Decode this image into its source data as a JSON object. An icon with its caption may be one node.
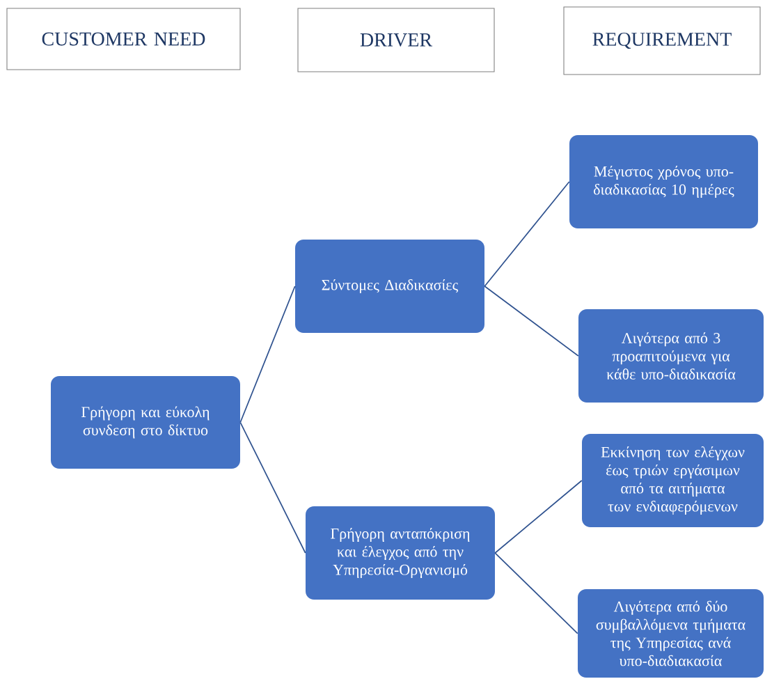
{
  "diagram": {
    "nodes": [
      {
        "text": [
          "CUSTOMER NEED"
        ]
      },
      {
        "text": [
          "DRIVER"
        ]
      },
      {
        "text": [
          "REQUIREMENT"
        ]
      },
      {
        "text": [
          "Γρήγορη και εύκολη συνδεση στο δίκτυο"
        ]
      },
      {
        "text": [
          "Σύντομες Διαδικασίες"
        ]
      },
      {
        "text": [
          "Γρήγορη ανταπόκριση και έλεγχος από την Υπηρεσία-Οργανισμό"
        ]
      },
      {
        "text": [
          "Μέγιστος χρόνος υπο-διαδικασίας 10 ημέρες"
        ]
      },
      {
        "text": [
          "Λιγότερα από 3 προαπιτούμενα για κάθε υπο-διαδικασία"
        ]
      },
      {
        "text": [
          "Εκκίνηση των ελέγχων έως τριών εργάσιμων από τα αιτήματα των ενδιαφερόμενων"
        ]
      },
      {
        "text": [
          "Λιγότερα από δύο συμβαλλόμενα τμήματα της Υπηρεσίας ανά υπο-διαδιακασία"
        ]
      }
    ],
    "edges": [
      {
        "from": 3,
        "to": 4,
        "arrow": "none"
      },
      {
        "from": 3,
        "to": 5,
        "arrow": "none"
      },
      {
        "from": 4,
        "to": 6,
        "arrow": "none"
      },
      {
        "from": 4,
        "to": 7,
        "arrow": "none"
      },
      {
        "from": 5,
        "to": 8,
        "arrow": "none"
      },
      {
        "from": 5,
        "to": 9,
        "arrow": "none"
      }
    ]
  }
}
